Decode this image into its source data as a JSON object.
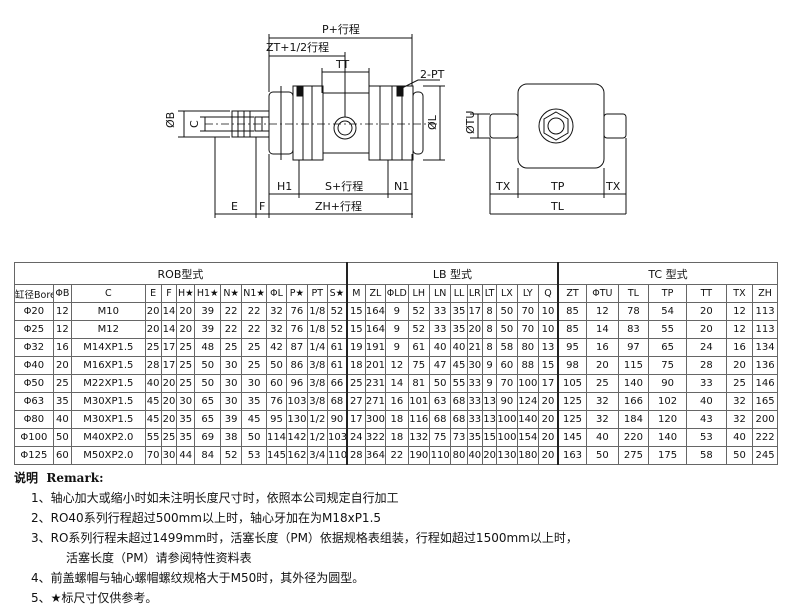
{
  "drawing": {
    "labels": {
      "p_stroke": "P+行程",
      "zt_half": "ZT+1/2行程",
      "tt": "TT",
      "two_pt": "2-PT",
      "phi_b": "ØB",
      "c": "C",
      "phi_l": "ØL",
      "h1": "H1",
      "s_stroke": "S+行程",
      "n1": "N1",
      "e": "E",
      "f": "F",
      "zh_stroke": "ZH+行程",
      "phi_tu": "ØTU",
      "tx_left": "TX",
      "tp": "TP",
      "tx_right": "TX",
      "tl": "TL"
    }
  },
  "table": {
    "groups": [
      {
        "label": "ROB型式",
        "span": 18
      },
      {
        "label": "LB 型式",
        "span": 12
      },
      {
        "label": "TC 型式",
        "span": 7
      }
    ],
    "columns": [
      "缸径Bore",
      "ΦB",
      "C",
      "E",
      "F",
      "H★",
      "H1★",
      "N★",
      "N1★",
      "ΦL",
      "P★",
      "PT",
      "S★",
      "M",
      "ZL",
      "ΦLD",
      "LH",
      "LN",
      "LL",
      "LR",
      "LT",
      "LX",
      "LY",
      "Q",
      "ZT",
      "ΦTU",
      "TL",
      "TP",
      "TT",
      "TX",
      "ZH"
    ],
    "rows": [
      [
        "Φ20",
        "12",
        "M10",
        "20",
        "14",
        "20",
        "39",
        "22",
        "22",
        "32",
        "76",
        "1/8",
        "52",
        "15",
        "164",
        "9",
        "52",
        "33",
        "35",
        "17",
        "8",
        "50",
        "70",
        "10",
        "85",
        "12",
        "78",
        "54",
        "20",
        "12",
        "113"
      ],
      [
        "Φ25",
        "12",
        "M12",
        "20",
        "14",
        "20",
        "39",
        "22",
        "22",
        "32",
        "76",
        "1/8",
        "52",
        "15",
        "164",
        "9",
        "52",
        "33",
        "35",
        "20",
        "8",
        "50",
        "70",
        "10",
        "85",
        "14",
        "83",
        "55",
        "20",
        "12",
        "113"
      ],
      [
        "Φ32",
        "16",
        "M14XP1.5",
        "25",
        "17",
        "25",
        "48",
        "25",
        "25",
        "42",
        "87",
        "1/4",
        "61",
        "19",
        "191",
        "9",
        "61",
        "40",
        "40",
        "21",
        "8",
        "58",
        "80",
        "13",
        "95",
        "16",
        "97",
        "65",
        "24",
        "16",
        "134"
      ],
      [
        "Φ40",
        "20",
        "M16XP1.5",
        "28",
        "17",
        "25",
        "50",
        "30",
        "25",
        "50",
        "86",
        "3/8",
        "61",
        "18",
        "201",
        "12",
        "75",
        "47",
        "45",
        "30",
        "9",
        "60",
        "88",
        "15",
        "98",
        "20",
        "115",
        "75",
        "28",
        "20",
        "136"
      ],
      [
        "Φ50",
        "25",
        "M22XP1.5",
        "40",
        "20",
        "25",
        "50",
        "30",
        "30",
        "60",
        "96",
        "3/8",
        "66",
        "25",
        "231",
        "14",
        "81",
        "50",
        "55",
        "33",
        "9",
        "70",
        "100",
        "17",
        "105",
        "25",
        "140",
        "90",
        "33",
        "25",
        "146"
      ],
      [
        "Φ63",
        "35",
        "M30XP1.5",
        "45",
        "20",
        "30",
        "65",
        "30",
        "35",
        "76",
        "103",
        "3/8",
        "68",
        "27",
        "271",
        "16",
        "101",
        "63",
        "68",
        "33",
        "13",
        "90",
        "124",
        "20",
        "125",
        "32",
        "166",
        "102",
        "40",
        "32",
        "165"
      ],
      [
        "Φ80",
        "40",
        "M30XP1.5",
        "45",
        "20",
        "35",
        "65",
        "39",
        "45",
        "95",
        "130",
        "1/2",
        "90",
        "17",
        "300",
        "18",
        "116",
        "68",
        "68",
        "33",
        "13",
        "100",
        "140",
        "20",
        "125",
        "32",
        "184",
        "120",
        "43",
        "32",
        "200"
      ],
      [
        "Φ100",
        "50",
        "M40XP2.0",
        "55",
        "25",
        "35",
        "69",
        "38",
        "50",
        "114",
        "142",
        "1/2",
        "103",
        "24",
        "322",
        "18",
        "132",
        "75",
        "73",
        "35",
        "15",
        "100",
        "154",
        "20",
        "145",
        "40",
        "220",
        "140",
        "53",
        "40",
        "222"
      ],
      [
        "Φ125",
        "60",
        "M50XP2.0",
        "70",
        "30",
        "44",
        "84",
        "52",
        "53",
        "145",
        "162",
        "3/4",
        "110",
        "28",
        "364",
        "22",
        "190",
        "110",
        "80",
        "40",
        "20",
        "130",
        "180",
        "20",
        "163",
        "50",
        "275",
        "175",
        "58",
        "50",
        "245"
      ]
    ]
  },
  "notes": {
    "title_cn": "说明",
    "title_en": "Remark:",
    "items": [
      "1、轴心加大或缩小时如未注明长度尺寸时，依照本公司规定自行加工",
      "2、RO40系列行程超过500mm以上时，轴心牙加在为M18xP1.5",
      "3、RO系列行程未超过1499mm时，活塞长度（PM）依据规格表组装，行程如超过1500mm以上时，",
      "4、前盖螺帽与轴心螺帽螺纹规格大于M50时，其外径为圆型。",
      "5、★标尺寸仅供参考。"
    ],
    "item3_cont": "活塞长度（PM）请参阅特性资料表"
  }
}
